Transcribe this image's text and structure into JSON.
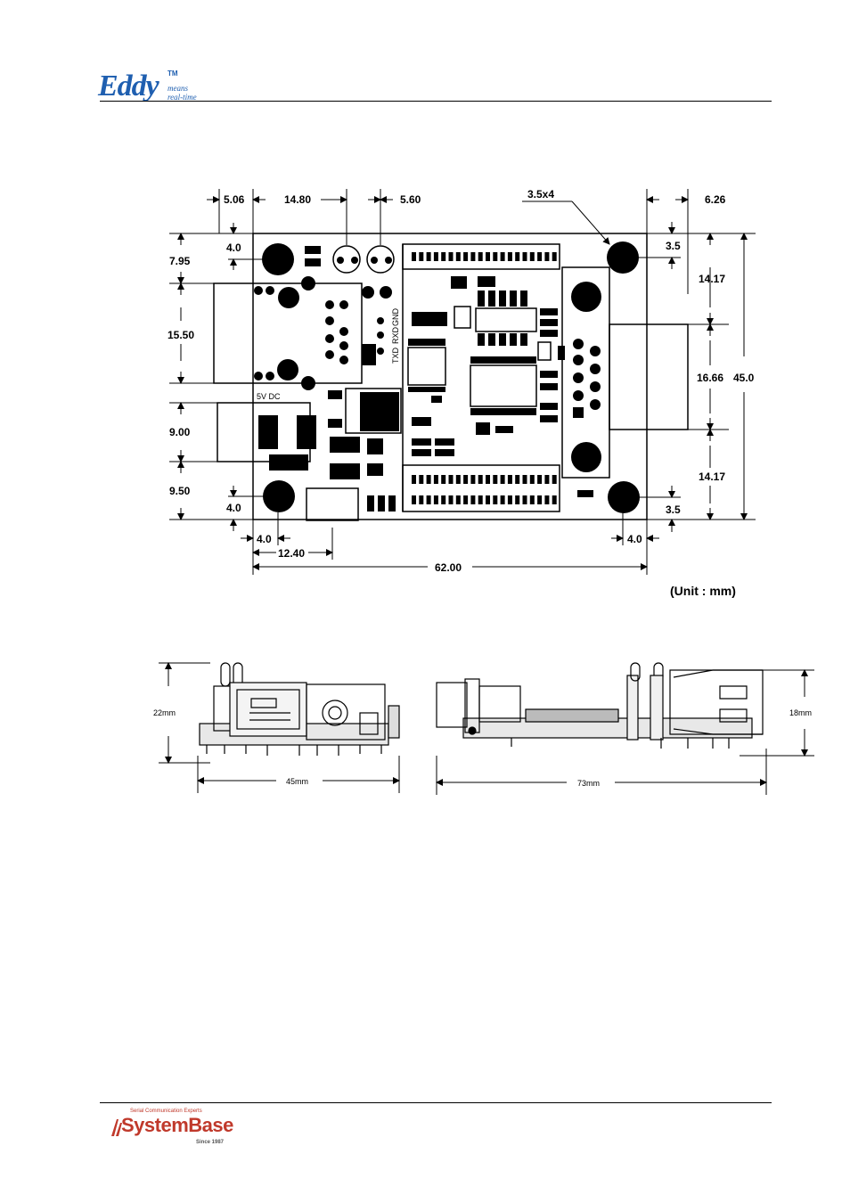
{
  "header": {
    "logo": "Eddy",
    "logo_tm": "TM",
    "logo_means": "means",
    "logo_realtime": "real-time"
  },
  "top_drawing": {
    "dims": {
      "d506": "5.06",
      "d1480": "14.80",
      "d560": "5.60",
      "hole": "3.5x4",
      "d626": "6.26",
      "d40a": "4.0",
      "d795": "7.95",
      "d35a": "3.5",
      "d1417a": "14.17",
      "d1550": "15.50",
      "d1666": "16.66",
      "d450": "45.0",
      "d900": "9.00",
      "d1417b": "14.17",
      "d950": "9.50",
      "d40b": "4.0",
      "d35b": "3.5",
      "d40c": "4.0",
      "d40d": "4.0",
      "d1240": "12.40",
      "d6200": "62.00"
    },
    "labels": {
      "txd": "TXD",
      "rxd": "RXD",
      "gnd": "GND",
      "power": "5V DC"
    },
    "unit": "(Unit : mm)"
  },
  "side_drawing": {
    "left_height": "22mm",
    "left_width": "45mm",
    "right_width": "73mm",
    "right_height": "18mm"
  },
  "footer": {
    "tagline": "Serial Communication Experts",
    "brand": "SystemBase",
    "since": "Since 1987"
  }
}
